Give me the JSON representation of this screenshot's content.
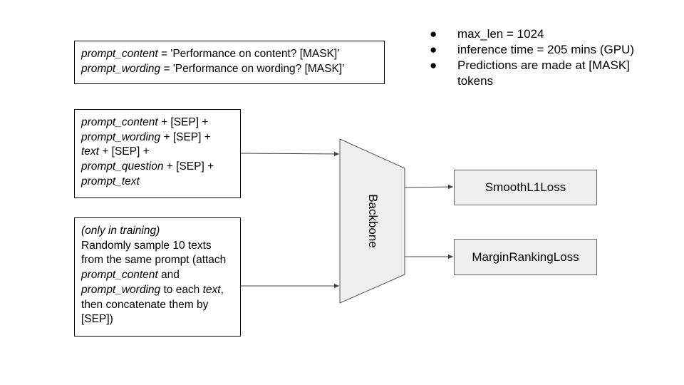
{
  "prompt_box": {
    "line1_var": "prompt_content",
    "line1_text": " = 'Performance on content? [MASK]’",
    "line2_var": "prompt_wording",
    "line2_text": " = 'Performance on wording? [MASK]’"
  },
  "input_box": {
    "l1_var": "prompt_content",
    "l1_text": " + [SEP] +",
    "l2_var": "prompt_wording",
    "l2_text": " + [SEP] +",
    "l3_var": "text",
    "l3_text": " + [SEP] +",
    "l4_var": "prompt_question",
    "l4_text": " + [SEP] +",
    "l5_var": "prompt_text"
  },
  "sample_box": {
    "note": "(only in training)",
    "t1": "Randomly sample 10 texts from the same prompt (attach ",
    "v1": "prompt_content",
    "t2": " and ",
    "v2": "prompt_wording",
    "t3": " to each ",
    "v3": "text",
    "t4": ", then concatenate them by [SEP])"
  },
  "notes": [
    {
      "bullet": "●",
      "text": "max_len = 1024"
    },
    {
      "bullet": "●",
      "text": "inference time = 205 mins (GPU)"
    },
    {
      "bullet": "●",
      "text": "Predictions are made at [MASK] tokens"
    }
  ],
  "backbone": {
    "label": "Backbone",
    "fill": "#efefef"
  },
  "losses": {
    "smooth": "SmoothL1Loss",
    "margin": "MarginRankingLoss"
  }
}
